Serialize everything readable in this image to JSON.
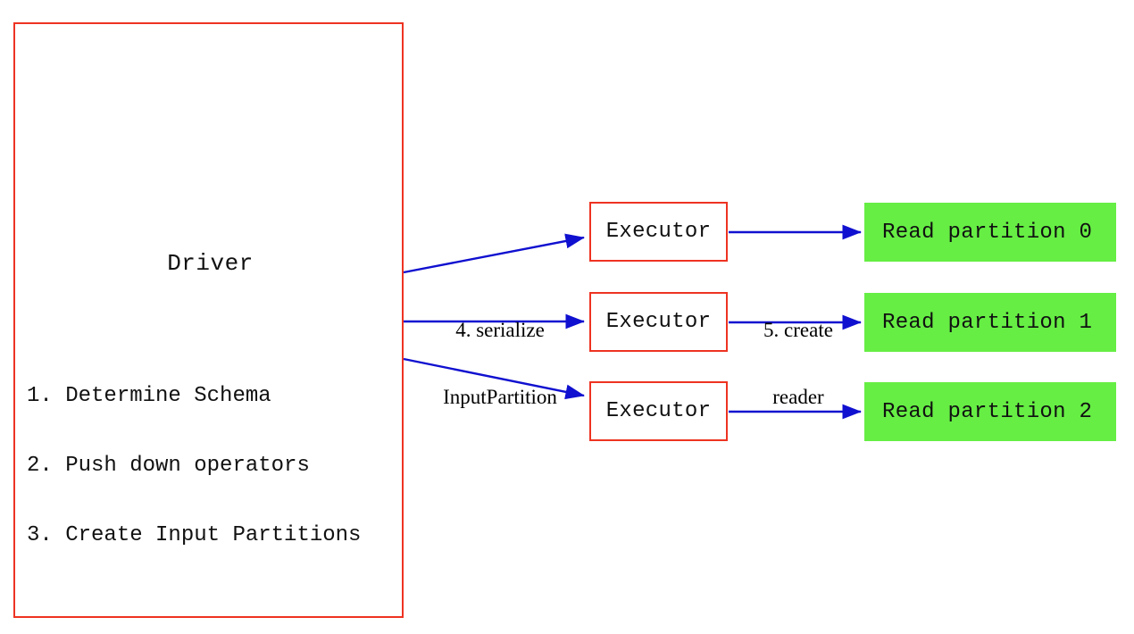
{
  "diagram": {
    "title_text": "Driver",
    "driver": {
      "label": "Driver",
      "steps": [
        "1. Determine Schema",
        "2. Push down operators",
        "3. Create Input Partitions"
      ]
    },
    "executors": [
      {
        "label": "Executor"
      },
      {
        "label": "Executor"
      },
      {
        "label": "Executor"
      }
    ],
    "partitions": [
      {
        "label": "Read partition 0"
      },
      {
        "label": "Read partition 1"
      },
      {
        "label": "Read partition 2"
      }
    ],
    "edge_labels": {
      "serialize_line1": "4. serialize",
      "serialize_line2": "InputPartition",
      "create_reader_line1": "5. create",
      "create_reader_line2": "reader"
    },
    "colors": {
      "box_border_red": "#ee3322",
      "arrow_blue": "#1010d0",
      "partition_green": "#66ee44",
      "text_black": "#111111",
      "background": "#ffffff"
    }
  }
}
